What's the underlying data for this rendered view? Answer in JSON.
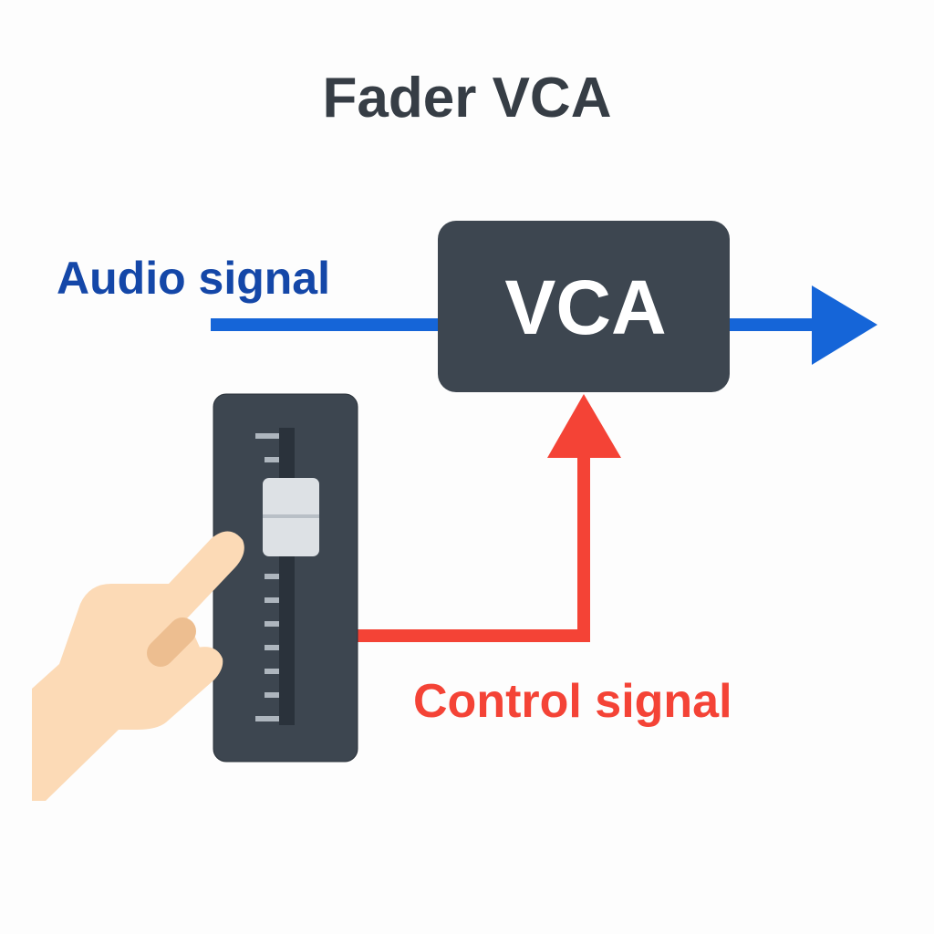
{
  "title": "Fader VCA",
  "vca_label": "VCA",
  "audio_label": "Audio signal",
  "control_label": "Control signal",
  "colors": {
    "audio": "#1565D8",
    "audio_text": "#1447A8",
    "control": "#F44336",
    "box": "#3D4650",
    "title": "#363D45",
    "skin": "#FCDAB6"
  }
}
